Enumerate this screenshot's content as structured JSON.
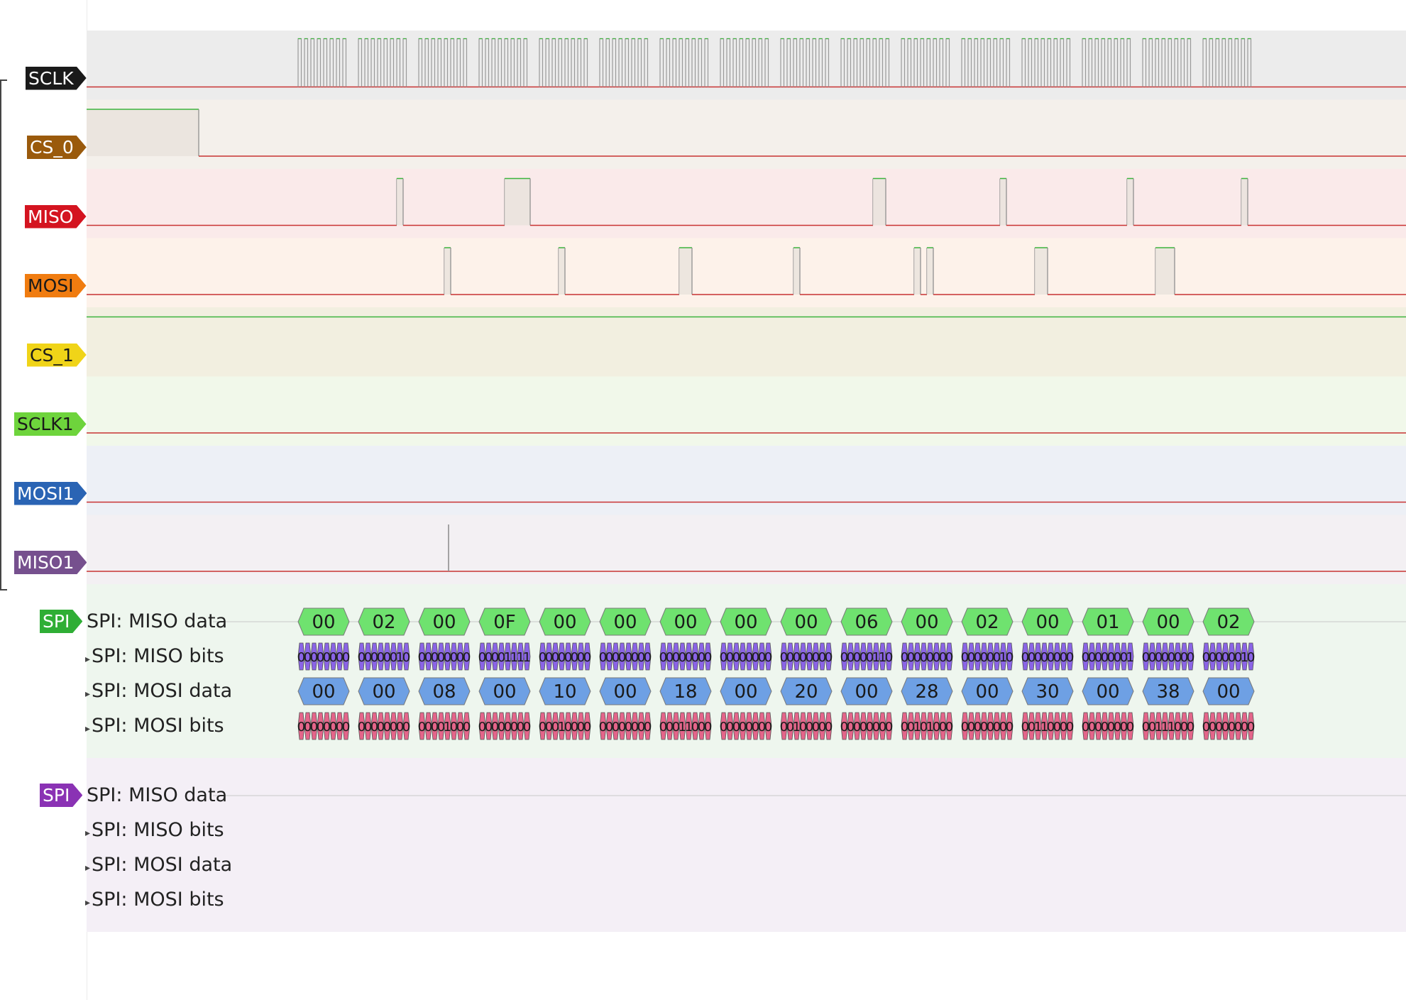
{
  "channels": [
    {
      "name": "SCLK",
      "label_color": "#1a1a1a",
      "text_color": "#ffffff",
      "lane_color": "#ececec"
    },
    {
      "name": "CS_0",
      "label_color": "#9a5a0c",
      "text_color": "#ffffff",
      "lane_color": "#f4f0eb"
    },
    {
      "name": "MISO",
      "label_color": "#d41420",
      "text_color": "#ffffff",
      "lane_color": "#faeaea"
    },
    {
      "name": "MOSI",
      "label_color": "#f07c10",
      "text_color": "#1a1a1a",
      "lane_color": "#fdf2ea"
    },
    {
      "name": "CS_1",
      "label_color": "#f0d418",
      "text_color": "#1a1a1a",
      "lane_color": "#f2efe0"
    },
    {
      "name": "SCLK1",
      "label_color": "#6ed43c",
      "text_color": "#1a1a1a",
      "lane_color": "#f1f8ea"
    },
    {
      "name": "MOSI1",
      "label_color": "#2a64b4",
      "text_color": "#ffffff",
      "lane_color": "#edf0f6"
    },
    {
      "name": "MISO1",
      "label_color": "#76508e",
      "text_color": "#ffffff",
      "lane_color": "#f3f0f3"
    }
  ],
  "decoders": [
    {
      "tag": "SPI",
      "tag_color": "#2fae35",
      "lane_color": "#eef6ee",
      "rows": [
        {
          "label": "SPI: MISO data",
          "kind": "data",
          "color": "#6fe26f",
          "text_color": "#1a1a1a",
          "values": [
            "00",
            "02",
            "00",
            "0F",
            "00",
            "00",
            "00",
            "00",
            "00",
            "06",
            "00",
            "02",
            "00",
            "01",
            "00",
            "02"
          ]
        },
        {
          "label": "SPI: MISO bits",
          "kind": "bits",
          "color": "#8a64e6",
          "text_color": "#1a1a1a",
          "values": [
            "00000000",
            "00000010",
            "00000000",
            "00001111",
            "00000000",
            "00000000",
            "00000000",
            "00000000",
            "00000000",
            "00000110",
            "00000000",
            "00000010",
            "00000000",
            "00000001",
            "00000000",
            "00000010"
          ]
        },
        {
          "label": "SPI: MOSI data",
          "kind": "data",
          "color": "#6ea0e4",
          "text_color": "#1a1a1a",
          "values": [
            "00",
            "00",
            "08",
            "00",
            "10",
            "00",
            "18",
            "00",
            "20",
            "00",
            "28",
            "00",
            "30",
            "00",
            "38",
            "00"
          ]
        },
        {
          "label": "SPI: MOSI bits",
          "kind": "bits",
          "color": "#e4658a",
          "text_color": "#1a1a1a",
          "values": [
            "00000000",
            "00000000",
            "00001000",
            "00000000",
            "00010000",
            "00000000",
            "00011000",
            "00000000",
            "00100000",
            "00000000",
            "00101000",
            "00000000",
            "00110000",
            "00000000",
            "00111000",
            "00000000"
          ]
        }
      ]
    },
    {
      "tag": "SPI",
      "tag_color": "#8a32b4",
      "lane_color": "#f4eff6",
      "rows": [
        {
          "label": "SPI: MISO data",
          "kind": "data",
          "values": []
        },
        {
          "label": "SPI: MISO bits",
          "kind": "bits",
          "values": []
        },
        {
          "label": "SPI: MOSI data",
          "kind": "data",
          "values": []
        },
        {
          "label": "SPI: MOSI bits",
          "kind": "bits",
          "values": []
        }
      ]
    }
  ],
  "colors": {
    "trace_low": "#c83232",
    "trace_high": "#3cb43c",
    "decoder_separator": "#c8c8c8"
  }
}
